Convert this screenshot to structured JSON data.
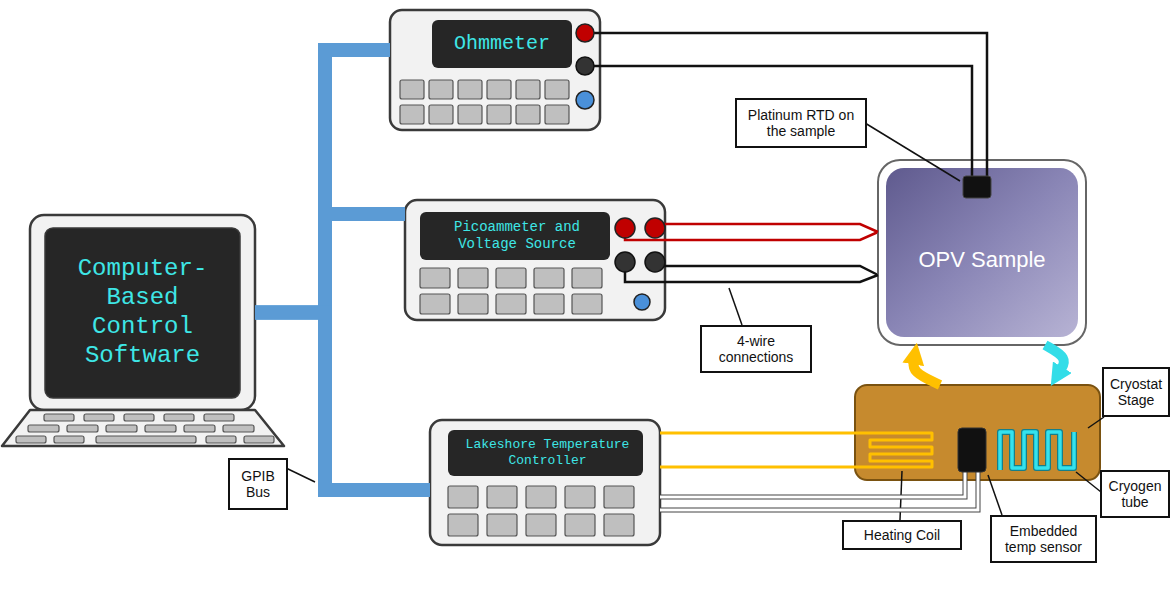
{
  "diagram": {
    "nodes": [
      {
        "text": [
          "Ohmmeter"
        ]
      },
      {
        "text": [
          "Platinum RTD on the sample"
        ]
      },
      {
        "text": [
          "Computer-Based Control Software"
        ]
      },
      {
        "text": [
          "Picoammeter and Voltage Source"
        ]
      },
      {
        "text": [
          "OPV Sample"
        ]
      },
      {
        "text": [
          "4-wire connections"
        ]
      },
      {
        "text": [
          "Lakeshore Temperature Controller"
        ]
      },
      {
        "text": [
          "Cryostat Stage"
        ]
      },
      {
        "text": [
          "GPIB Bus"
        ]
      },
      {
        "text": [
          "Heating Coil"
        ]
      },
      {
        "text": [
          "Embedded temp sensor"
        ]
      },
      {
        "text": [
          "Cryogen tube"
        ]
      }
    ],
    "edges": [
      {
        "from": 2,
        "to": 0,
        "arrow": "none"
      },
      {
        "from": 2,
        "to": 3,
        "arrow": "none"
      },
      {
        "from": 2,
        "to": 6,
        "arrow": "none"
      },
      {
        "from": 0,
        "to": 4,
        "arrow": "none"
      },
      {
        "from": 0,
        "to": 4,
        "arrow": "none"
      },
      {
        "from": 3,
        "to": 4,
        "arrow": "none"
      },
      {
        "from": 3,
        "to": 4,
        "arrow": "none"
      },
      {
        "from": 6,
        "to": 7,
        "arrow": "none"
      },
      {
        "from": 6,
        "to": 7,
        "arrow": "none"
      },
      {
        "from": 6,
        "to": 7,
        "arrow": "none"
      },
      {
        "from": 6,
        "to": 7,
        "arrow": "none"
      },
      {
        "from": 7,
        "to": 4,
        "arrow": "to"
      },
      {
        "from": 4,
        "to": 7,
        "arrow": "to"
      }
    ]
  }
}
